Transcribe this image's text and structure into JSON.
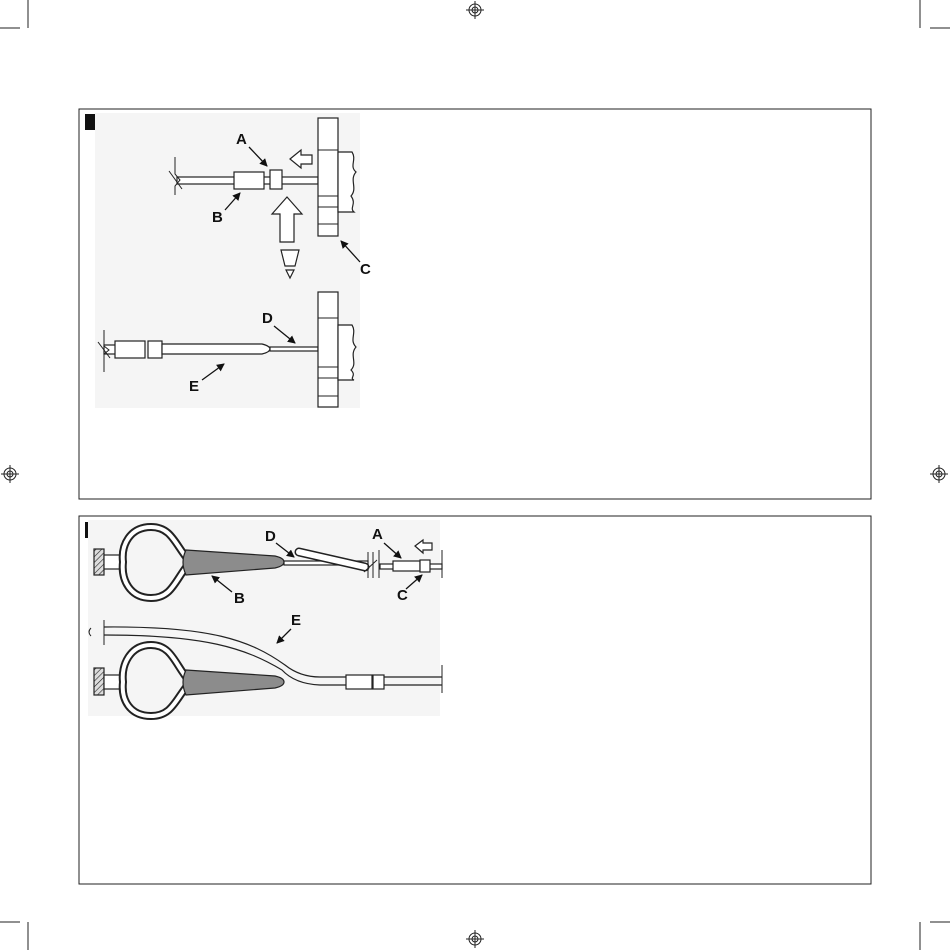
{
  "page": {
    "panel_1": {
      "upper": {
        "label_a": "A",
        "label_b": "B",
        "label_c": "C"
      },
      "lower": {
        "label_d": "D",
        "label_e": "E"
      }
    },
    "panel_2": {
      "upper": {
        "label_d": "D",
        "label_a": "A",
        "label_b": "B",
        "label_c": "C"
      },
      "lower": {
        "label_e": "E"
      }
    }
  },
  "icons": {
    "registration": "registration-mark-icon",
    "step_marker": "step-marker-icon",
    "push_arrow": "hollow-arrow-icon"
  },
  "colors": {
    "line": "#222222",
    "marker": "#111111",
    "grip": "#8c8c8c",
    "background_tint": "#f5f5f5"
  }
}
